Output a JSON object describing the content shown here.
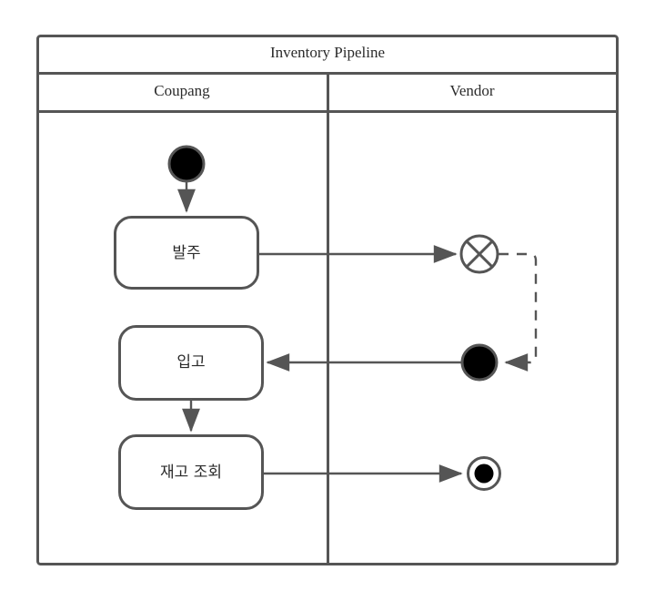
{
  "diagram": {
    "title": "Inventory Pipeline",
    "type": "uml-activity-swimlane",
    "colors": {
      "stroke": "#555555",
      "fill": "#ffffff",
      "text": "#2b2b2b",
      "node_fill_solid": "#000000"
    },
    "lanes": [
      {
        "id": "lane-coupang",
        "label": "Coupang"
      },
      {
        "id": "lane-vendor",
        "label": "Vendor"
      }
    ],
    "nodes": [
      {
        "id": "start",
        "kind": "initial-node",
        "lane": "lane-coupang",
        "label": ""
      },
      {
        "id": "act-order",
        "kind": "activity",
        "lane": "lane-coupang",
        "label": "발주"
      },
      {
        "id": "act-receive",
        "kind": "activity",
        "lane": "lane-coupang",
        "label": "입고"
      },
      {
        "id": "act-stock-lookup",
        "kind": "activity",
        "lane": "lane-coupang",
        "label": "재고 조회"
      },
      {
        "id": "flow-final",
        "kind": "flow-final-node",
        "lane": "lane-vendor",
        "label": ""
      },
      {
        "id": "vendor-start",
        "kind": "initial-node",
        "lane": "lane-vendor",
        "label": ""
      },
      {
        "id": "end",
        "kind": "activity-final-node",
        "lane": "lane-vendor",
        "label": ""
      }
    ],
    "edges": [
      {
        "id": "e1",
        "from": "start",
        "to": "act-order",
        "style": "solid"
      },
      {
        "id": "e2",
        "from": "act-order",
        "to": "flow-final",
        "style": "solid"
      },
      {
        "id": "e3",
        "from": "flow-final",
        "to": "vendor-start",
        "style": "dashed"
      },
      {
        "id": "e4",
        "from": "vendor-start",
        "to": "act-receive",
        "style": "solid"
      },
      {
        "id": "e5",
        "from": "act-receive",
        "to": "act-stock-lookup",
        "style": "solid"
      },
      {
        "id": "e6",
        "from": "act-stock-lookup",
        "to": "end",
        "style": "solid"
      }
    ]
  }
}
